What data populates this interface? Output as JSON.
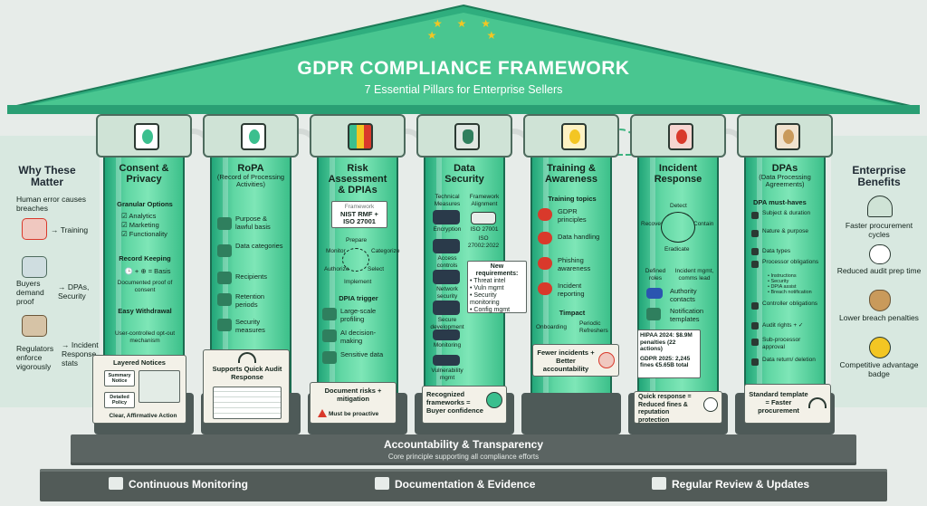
{
  "header": {
    "title": "GDPR COMPLIANCE FRAMEWORK",
    "subtitle": "7 Essential Pillars for Enterprise Sellers"
  },
  "colors": {
    "roof": "#2fae7e",
    "pillar": "#55d49c",
    "foundation": "#5b6462",
    "accent": "#f3c623",
    "warning": "#d9392b"
  },
  "left_panel": {
    "title": "Why These Matter",
    "items": [
      {
        "label": "Human error causes breaches",
        "arrow": "→ Training",
        "icon": "person-x-icon"
      },
      {
        "label": "Buyers demand proof",
        "arrow": "→ DPAs, Security",
        "icon": "handshake-icon"
      },
      {
        "label": "Regulators enforce vigorously",
        "arrow": "→ Incident Response stats",
        "icon": "gavel-icon"
      }
    ]
  },
  "right_panel": {
    "title": "Enterprise Benefits",
    "items": [
      {
        "label": "Faster procurement cycles",
        "icon": "gauge-icon"
      },
      {
        "label": "Reduced audit prep time",
        "icon": "stopwatch-icon"
      },
      {
        "label": "Lower breach penalties",
        "icon": "money-bag-icon"
      },
      {
        "label": "Competitive advantage badge",
        "icon": "badge-icon"
      }
    ]
  },
  "pillars": [
    {
      "title": "Consent & Privacy",
      "subtitle": "",
      "icon": "document-eye-icon",
      "lines": [
        "Granular Options",
        "☑ Analytics",
        "☑ Marketing",
        "☑ Functionality",
        "Record Keeping",
        "🕒 + ⊕ = Basis",
        "Documented proof of consent",
        "Easy Withdrawal",
        "User-controlled opt-out mechanism"
      ],
      "card_title": "Layered Notices",
      "card_items": [
        "Summary Notice",
        "Detailed Policy",
        "Clear, Affirmative Action"
      ]
    },
    {
      "title": "RoPA",
      "subtitle": "(Record of Processing Activities)",
      "icon": "refresh-document-icon",
      "lines": [
        "Purpose & lawful basis",
        "Data categories",
        "Recipients",
        "Retention periods",
        "Security measures"
      ],
      "card_title": "Supports Quick Audit Response",
      "card_items": []
    },
    {
      "title": "Risk Assessment & DPIAs",
      "subtitle": "",
      "icon": "risk-matrix-icon",
      "framework_label": "Framework",
      "framework": "NIST RMF + ISO 27001",
      "cycle": [
        "Prepare",
        "Categorize",
        "Select",
        "Implement",
        "Authorize",
        "Monitor"
      ],
      "lines": [
        "DPIA trigger",
        "Large-scale profiling",
        "AI decision-making",
        "Sensitive data"
      ],
      "card_title": "Document risks + mitigation",
      "card_items": [
        "Must be proactive"
      ]
    },
    {
      "title": "Data Security",
      "subtitle": "",
      "icon": "shield-lock-icon",
      "lines": [
        "Technical Measures",
        "Encryption",
        "Access controls",
        "Network security",
        "Secure development",
        "Monitoring",
        "Vulnerability mgmt"
      ],
      "alignment_title": "Framework Alignment",
      "alignment": [
        "ISO 27001",
        "ISO 27002:2022"
      ],
      "requirements_title": "New requirements:",
      "requirements": [
        "• Threat intel",
        "• Vuln mgmt",
        "• Security monitoring",
        "• Config mgmt"
      ],
      "card_title": "Recognized frameworks = Buyer confidence",
      "card_items": []
    },
    {
      "title": "Training & Awareness",
      "subtitle": "",
      "icon": "lightbulb-teacher-icon",
      "lines": [
        "Training topics",
        "GDPR principles",
        "Data handling",
        "Phishing awareness",
        "Incident reporting",
        "Timpact",
        "Onboarding",
        "Periodic Refreshers"
      ],
      "card_title": "Fewer incidents + Better accountability",
      "card_items": []
    },
    {
      "title": "Incident Response",
      "subtitle": "",
      "icon": "siren-icon",
      "cycle": [
        "Detect",
        "Contain",
        "Eradicate",
        "Recover"
      ],
      "lines": [
        "Defined roles",
        "Incident mgmt, comms lead",
        "Authority contacts",
        "Notification templates"
      ],
      "stats": [
        "HIPAA 2024: $8.9M penalties (22 actions)",
        "GDPR 2025: 2,245 fines €5.65B total"
      ],
      "card_title": "Quick response = Reduced fines & reputation protection",
      "card_items": []
    },
    {
      "title": "DPAs",
      "subtitle": "(Data Processing Agreements)",
      "icon": "handshake-document-icon",
      "lines": [
        "DPA must-haves",
        "Subject & duration",
        "Nature & purpose",
        "Data types",
        "Processor obligations",
        "• Instructions",
        "• Security",
        "• DPIA assist",
        "• Breach notification",
        "Controller obligations",
        "Audit rights + ✓",
        "Sub-processor approval",
        "Data return/ deletion"
      ],
      "card_title": "Standard template = Faster procurement",
      "card_items": []
    }
  ],
  "foundation": {
    "title": "Accountability & Transparency",
    "subtitle": "Core principle supporting all compliance efforts"
  },
  "steps": [
    {
      "label": "Continuous Monitoring",
      "icon": "camera-icon"
    },
    {
      "label": "Documentation & Evidence",
      "icon": "folder-icon"
    },
    {
      "label": "Regular Review & Updates",
      "icon": "calendar-check-icon"
    }
  ]
}
